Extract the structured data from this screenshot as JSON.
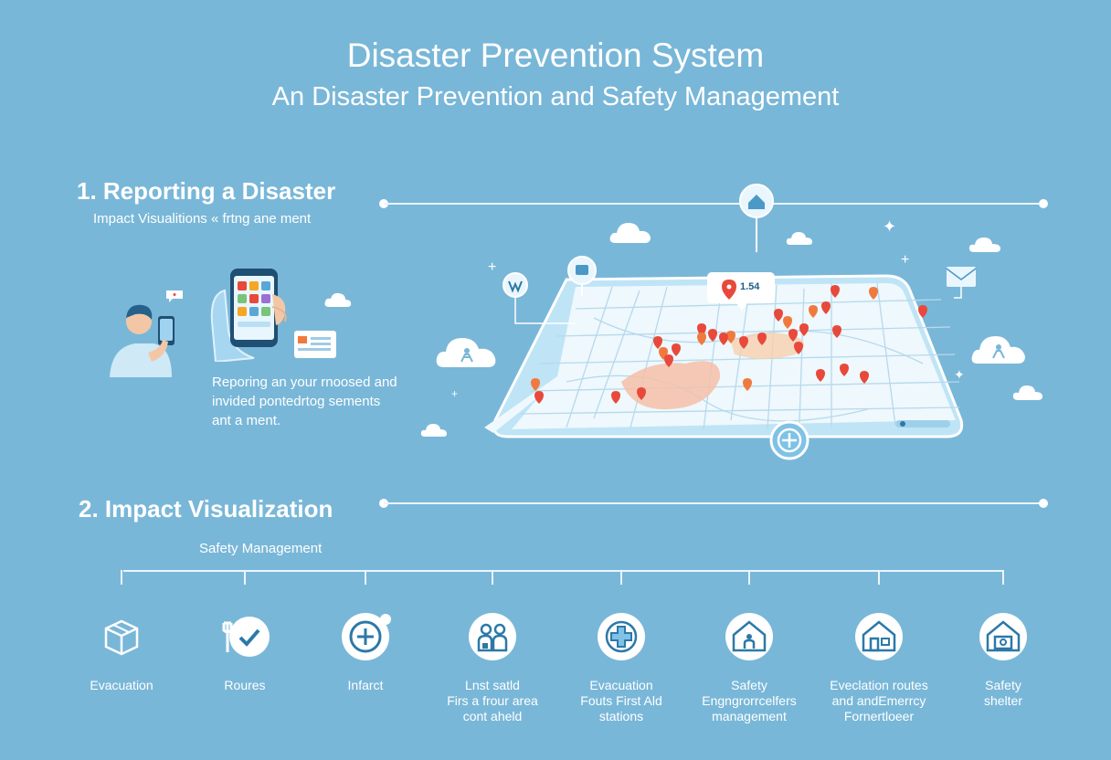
{
  "header": {
    "title": "Disaster Prevention System",
    "subtitle": "An Disaster Prevention and Safety Management"
  },
  "section1": {
    "heading": "1. Reporting a Disaster",
    "subheading": "Impact Visualitions « frtng ane ment",
    "description": [
      "Reporing an your rnoosed and",
      "invided pontedrtog sements",
      "ant a ment."
    ]
  },
  "map": {
    "callout_value": "1.54",
    "pin_count": 30
  },
  "section2": {
    "heading": "2. Impact Visualization",
    "subheading": "Safety Management",
    "items": [
      {
        "lines": [
          "Evacuation"
        ],
        "icon": "box-icon"
      },
      {
        "lines": [
          "Roures"
        ],
        "icon": "route-check-icon"
      },
      {
        "lines": [
          "Infarct"
        ],
        "icon": "plus-icon"
      },
      {
        "lines": [
          "Lnst satld",
          "Firs a frour area",
          "cont aheld"
        ],
        "icon": "people-icon"
      },
      {
        "lines": [
          "Evacuation",
          "Fouts First Ald",
          "stations"
        ],
        "icon": "first-aid-icon"
      },
      {
        "lines": [
          "Safety",
          "Engngrorrcelfers",
          "management"
        ],
        "icon": "house-person-icon"
      },
      {
        "lines": [
          "Eveclаtion routes",
          "and andEmerrcy",
          "Fornertloeer"
        ],
        "icon": "house-icon"
      },
      {
        "lines": [
          "Safety",
          "shelter"
        ],
        "icon": "shelter-icon"
      }
    ]
  },
  "colors": {
    "background": "#79b7d8",
    "accent": "#2c79a8",
    "pin": "#e8493b",
    "pin_orange": "#f07a3d",
    "map": "#dff1fb"
  }
}
